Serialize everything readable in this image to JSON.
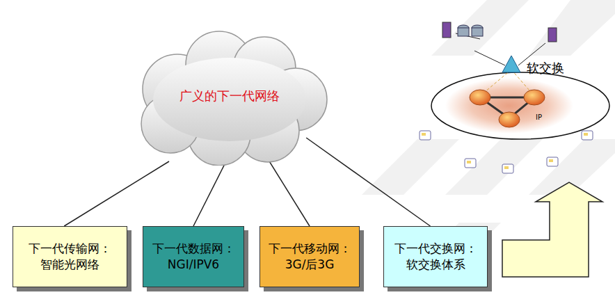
{
  "diagram": {
    "nodes": [
      {
        "text": [
          "广义的下一代网络"
        ]
      },
      {
        "text": [
          "下一代传输网：",
          "智能光网络"
        ]
      },
      {
        "text": [
          "下一代数据网：",
          "NGI/IPV6"
        ]
      },
      {
        "text": [
          "下一代移动网：",
          "3G/后3G"
        ]
      },
      {
        "text": [
          "下一代交换网：",
          "软交换体系"
        ]
      }
    ],
    "edges": [
      {
        "from": 0,
        "to": 1,
        "arrow": "none"
      },
      {
        "from": 0,
        "to": 2,
        "arrow": "none"
      },
      {
        "from": 0,
        "to": 3,
        "arrow": "none"
      },
      {
        "from": 0,
        "to": 4,
        "arrow": "none"
      }
    ],
    "labels": [
      "软交换",
      "IP"
    ]
  }
}
